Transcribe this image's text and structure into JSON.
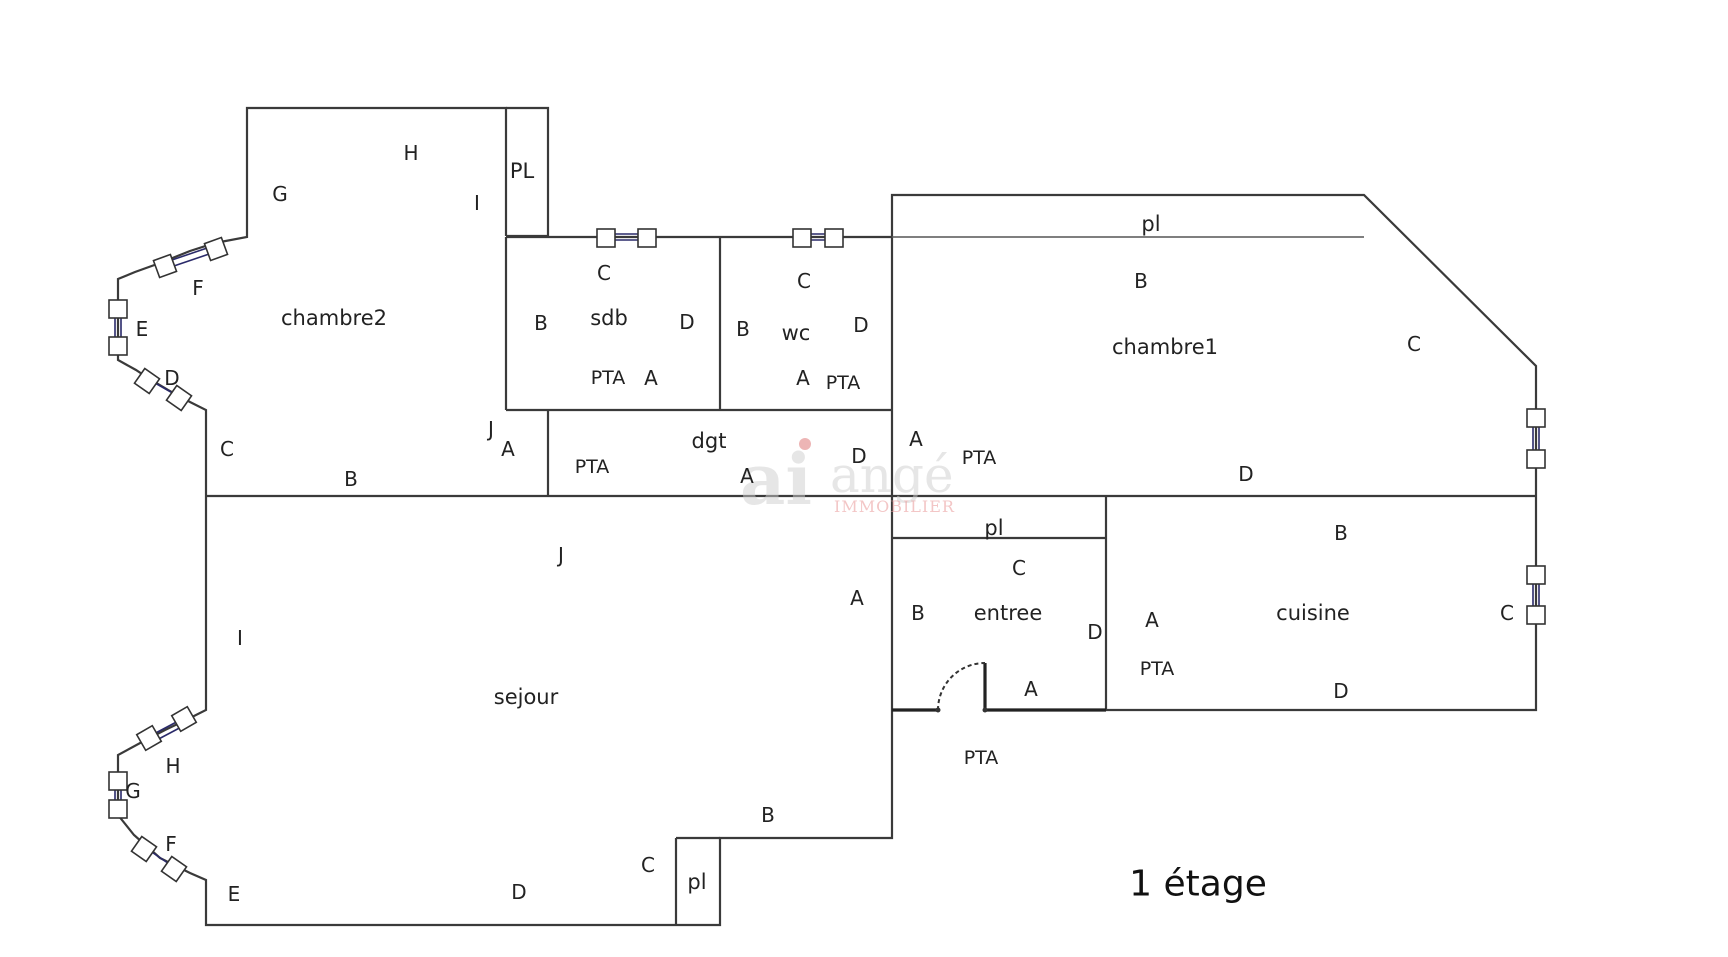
{
  "title": "1 étage",
  "watermark": {
    "mark": "ai",
    "brand": "angé",
    "subtitle": "IMMOBILIER"
  },
  "rooms": {
    "chambre2": "chambre2",
    "sdb": "sdb",
    "wc": "wc",
    "dgt": "dgt",
    "chambre1": "chambre1",
    "sejour": "sejour",
    "entree": "entree",
    "cuisine": "cuisine",
    "pl_top_left": "PL",
    "pl_chambre1": "pl",
    "pl_entree": "pl",
    "pl_sejour": "pl"
  },
  "wall_labels": {
    "chambre2": {
      "G": "G",
      "H": "H",
      "I": "I",
      "F": "F",
      "E": "E",
      "D": "D",
      "C": "C",
      "B": "B",
      "J": "J",
      "A": "A"
    },
    "sdb": {
      "C": "C",
      "B": "B",
      "D": "D",
      "A": "A",
      "pta": "PTA"
    },
    "wc": {
      "C": "C",
      "B": "B",
      "D": "D",
      "A": "A",
      "pta": "PTA"
    },
    "dgt": {
      "pta": "PTA",
      "A": "A",
      "D": "D"
    },
    "chambre1": {
      "B": "B",
      "C": "C",
      "A": "A",
      "pta": "PTA",
      "D": "D"
    },
    "sejour": {
      "J": "J",
      "A": "A",
      "I": "I",
      "H": "H",
      "G": "G",
      "F": "F",
      "E": "E",
      "D": "D",
      "C": "C",
      "B": "B"
    },
    "entree": {
      "C": "C",
      "B": "B",
      "D": "D",
      "A": "A",
      "pta": "PTA"
    },
    "cuisine": {
      "B": "B",
      "A": "A",
      "pta": "PTA",
      "C": "C",
      "D": "D"
    }
  },
  "colors": {
    "wall": "#3a3a3a",
    "window_glass": "#2a2a6a",
    "background": "#ffffff"
  }
}
